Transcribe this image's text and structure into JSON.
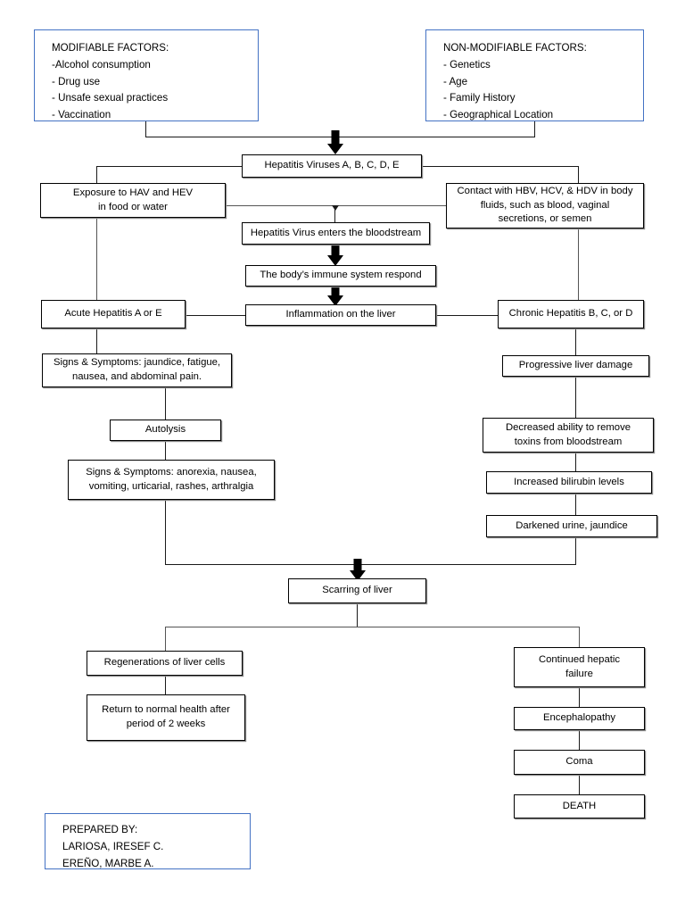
{
  "diagram": {
    "title": "Hepatitis Pathophysiology Flowchart",
    "accent_color": "#4472C4",
    "line_color": "#1A1A1A",
    "background": "#FFFFFF"
  },
  "factor_boxes": {
    "modifiable": {
      "heading": "MODIFIABLE FACTORS:",
      "items": [
        "-Alcohol consumption",
        "- Drug use",
        "- Unsafe sexual practices",
        "- Vaccination"
      ]
    },
    "non_modifiable": {
      "heading": "NON-MODIFIABLE FACTORS:",
      "items": [
        "- Genetics",
        "- Age",
        "- Family History",
        "- Geographical Location"
      ]
    }
  },
  "nodes": {
    "viruses": "Hepatitis Viruses A, B, C, D, E",
    "exposure": "Exposure to HAV and HEV\nin food or water",
    "contact": "Contact with HBV, HCV, & HDV in body\nfluids, such as blood, vaginal\nsecretions, or semen",
    "bloodstream": "Hepatitis Virus enters the bloodstream",
    "immune": "The body’s immune system respond",
    "inflammation": "Inflammation on the liver",
    "acute": "Acute Hepatitis A or E",
    "chronic": "Chronic Hepatitis B, C, or D",
    "acute_symptoms": "Signs & Symptoms: jaundice, fatigue,\nnausea, and abdominal pain.",
    "progressive": "Progressive liver damage",
    "autolysis": "Autolysis",
    "autolysis_symptoms": "Signs & Symptoms: anorexia, nausea,\nvomiting, urticarial, rashes, arthralgia",
    "decreased_ability": "Decreased ability to remove\ntoxins from bloodstream",
    "bilirubin": "Increased bilirubin levels",
    "darkened_urine": "Darkened urine, jaundice",
    "scarring": "Scarring of liver",
    "regeneration": "Regenerations of liver cells",
    "return_normal": "Return to normal health after\nperiod of 2 weeks",
    "hepatic_failure": "Continued hepatic\nfailure",
    "encephalopathy": "Encephalopathy",
    "coma": "Coma",
    "death": "DEATH"
  },
  "prepared_by": {
    "heading": "PREPARED BY:",
    "names": [
      "LARIOSA, IRESEF C.",
      "EREÑO, MARBE A."
    ]
  }
}
